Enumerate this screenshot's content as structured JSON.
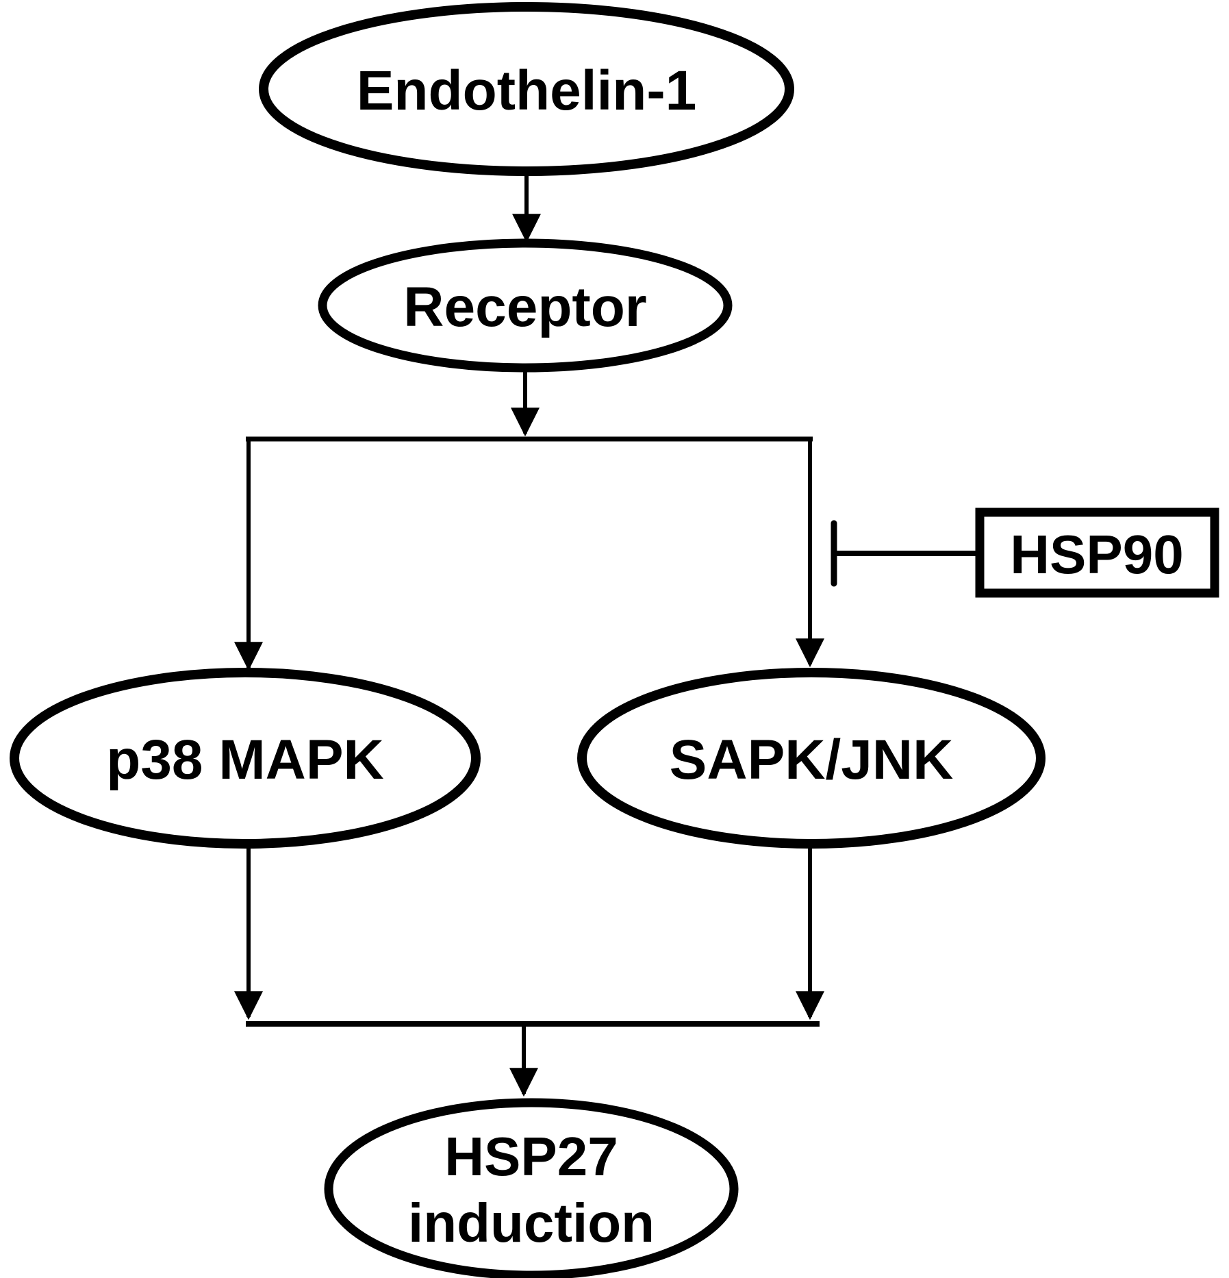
{
  "figure": {
    "colors": {
      "stroke": "#000000",
      "background": "#ffffff",
      "text": "#000000"
    },
    "nodes": {
      "endothelin1": {
        "label": "Endothelin-1",
        "shape": "ellipse"
      },
      "receptor": {
        "label": "Receptor",
        "shape": "ellipse"
      },
      "p38_mapk": {
        "label": "p38 MAPK",
        "shape": "ellipse"
      },
      "sapk_jnk": {
        "label": "SAPK/JNK",
        "shape": "ellipse"
      },
      "hsp90": {
        "label": "HSP90",
        "shape": "rectangle"
      },
      "hsp27": {
        "line1": "HSP27",
        "line2": "induction",
        "shape": "ellipse"
      }
    },
    "edges": [
      {
        "from": "Endothelin-1",
        "to": "Receptor",
        "type": "activation-arrow"
      },
      {
        "from": "Receptor",
        "to": "p38 MAPK",
        "type": "activation-arrow"
      },
      {
        "from": "Receptor",
        "to": "SAPK/JNK",
        "type": "activation-arrow"
      },
      {
        "from": "HSP90",
        "to": "Receptor-SAPK/JNK branch",
        "type": "inhibition-tbar"
      },
      {
        "from": "p38 MAPK",
        "to": "HSP27 induction",
        "type": "activation-arrow"
      },
      {
        "from": "SAPK/JNK",
        "to": "HSP27 induction",
        "type": "activation-arrow"
      }
    ]
  }
}
